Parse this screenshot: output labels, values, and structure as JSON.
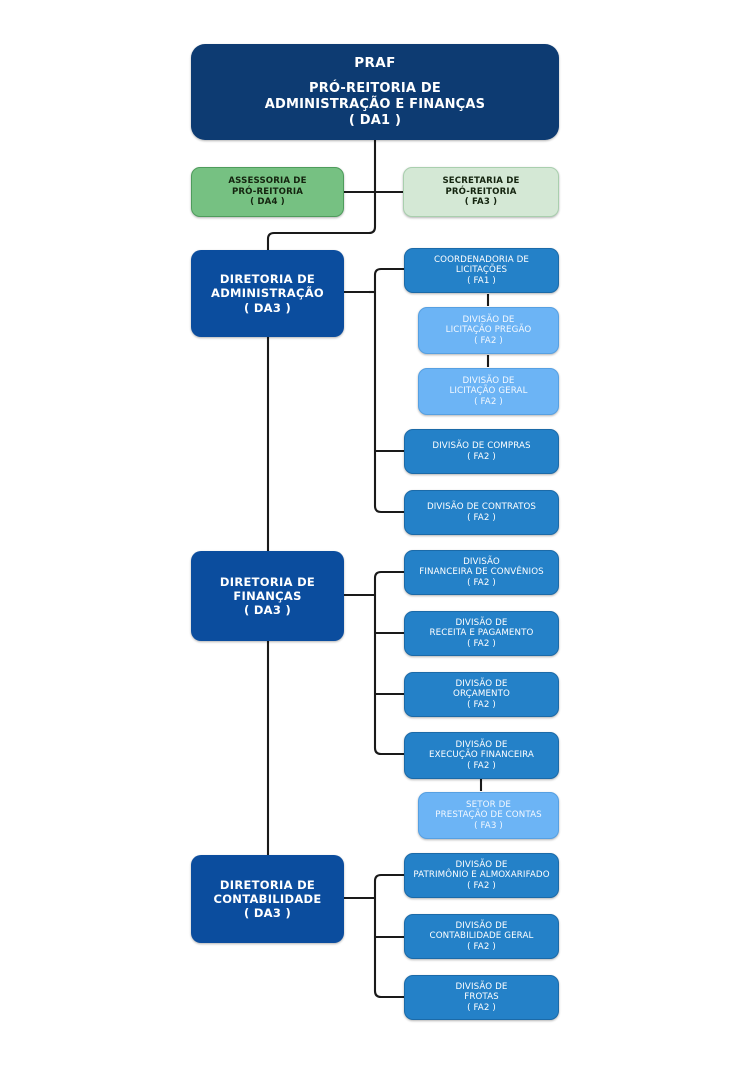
{
  "diagram": {
    "type": "organizational-chart",
    "title_node": {
      "acronym": "PRAF",
      "line1": "PRÓ-REITORIA DE",
      "line2": "ADMINISTRAÇÃO E FINANÇAS",
      "code": "( DA1 )"
    },
    "colors": {
      "root": "#0d3b72",
      "directorate": "#0b4d9e",
      "green_dark": "#76c182",
      "green_light": "#d4e8d5",
      "blue_mid": "#2481c8",
      "blue_light": "#6cb4f5",
      "connector": "#1a1a1a",
      "background": "#ffffff"
    },
    "staff": [
      {
        "line1": "ASSESSORIA DE",
        "line2": "PRÓ-REITORIA",
        "code": "( DA4 )"
      },
      {
        "line1": "SECRETARIA DE",
        "line2": "PRÓ-REITORIA",
        "code": "( FA3 )"
      }
    ],
    "directorates": [
      {
        "line1": "DIRETORIA DE",
        "line2": "ADMINISTRAÇÃO",
        "code": "( DA3 )",
        "children": [
          {
            "line1": "COORDENADORIA DE",
            "line2": "LICITAÇÕES",
            "code": "( FA1 )"
          },
          {
            "line1": "DIVISÃO DE",
            "line2": "LICITAÇÃO PREGÃO",
            "code": "( FA2 )"
          },
          {
            "line1": "DIVISÃO DE",
            "line2": "LICITAÇÃO GERAL",
            "code": "( FA2 )"
          },
          {
            "line1": "DIVISÃO DE COMPRAS",
            "line2": "",
            "code": "( FA2 )"
          },
          {
            "line1": "DIVISÃO DE CONTRATOS",
            "line2": "",
            "code": "( FA2 )"
          }
        ]
      },
      {
        "line1": "DIRETORIA DE",
        "line2": "FINANÇAS",
        "code": "( DA3 )",
        "children": [
          {
            "line1": "DIVISÃO",
            "line2": "FINANCEIRA DE CONVÊNIOS",
            "code": "( FA2 )"
          },
          {
            "line1": "DIVISÃO DE",
            "line2": "RECEITA E PAGAMENTO",
            "code": "( FA2 )"
          },
          {
            "line1": "DIVISÃO DE",
            "line2": "ORÇAMENTO",
            "code": "( FA2 )"
          },
          {
            "line1": "DIVISÃO DE",
            "line2": "EXECUÇÃO FINANCEIRA",
            "code": "( FA2 )"
          },
          {
            "line1": "SETOR DE",
            "line2": "PRESTAÇÃO DE CONTAS",
            "code": "( FA3 )"
          }
        ]
      },
      {
        "line1": "DIRETORIA DE",
        "line2": "CONTABILIDADE",
        "code": "( DA3 )",
        "children": [
          {
            "line1": "DIVISÃO DE",
            "line2": "PATRIMÔNIO E ALMOXARIFADO",
            "code": "( FA2 )"
          },
          {
            "line1": "DIVISÃO DE",
            "line2": "CONTABILIDADE GERAL",
            "code": "( FA2 )"
          },
          {
            "line1": "DIVISÃO DE",
            "line2": "FROTAS",
            "code": "( FA2 )"
          }
        ]
      }
    ]
  }
}
